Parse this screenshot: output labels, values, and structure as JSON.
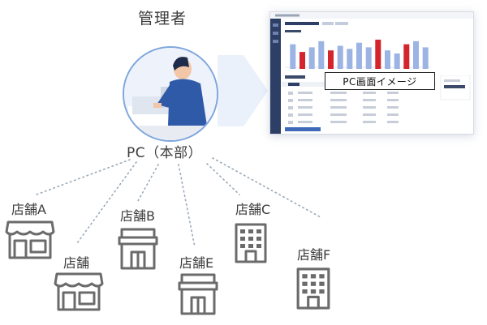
{
  "admin": {
    "title": "管理者"
  },
  "pc": {
    "label": "PC（本部）",
    "screen_caption": "PC画面イメージ"
  },
  "stores": [
    {
      "label": "店舗A",
      "icon": "storefront-awning-icon"
    },
    {
      "label": "店舗",
      "icon": "storefront-awning-icon"
    },
    {
      "label": "店舗B",
      "icon": "shop-building-icon"
    },
    {
      "label": "店舗E",
      "icon": "shop-building-icon"
    },
    {
      "label": "店舗C",
      "icon": "office-building-icon"
    },
    {
      "label": "店舗F",
      "icon": "office-building-icon"
    }
  ],
  "colors": {
    "accent_blue": "#7fa6dd",
    "bar_red": "#d3252b",
    "bar_blue": "#9bb4e3",
    "icon_gray": "#6b6b6b",
    "dot_line": "#9aa9b8"
  }
}
